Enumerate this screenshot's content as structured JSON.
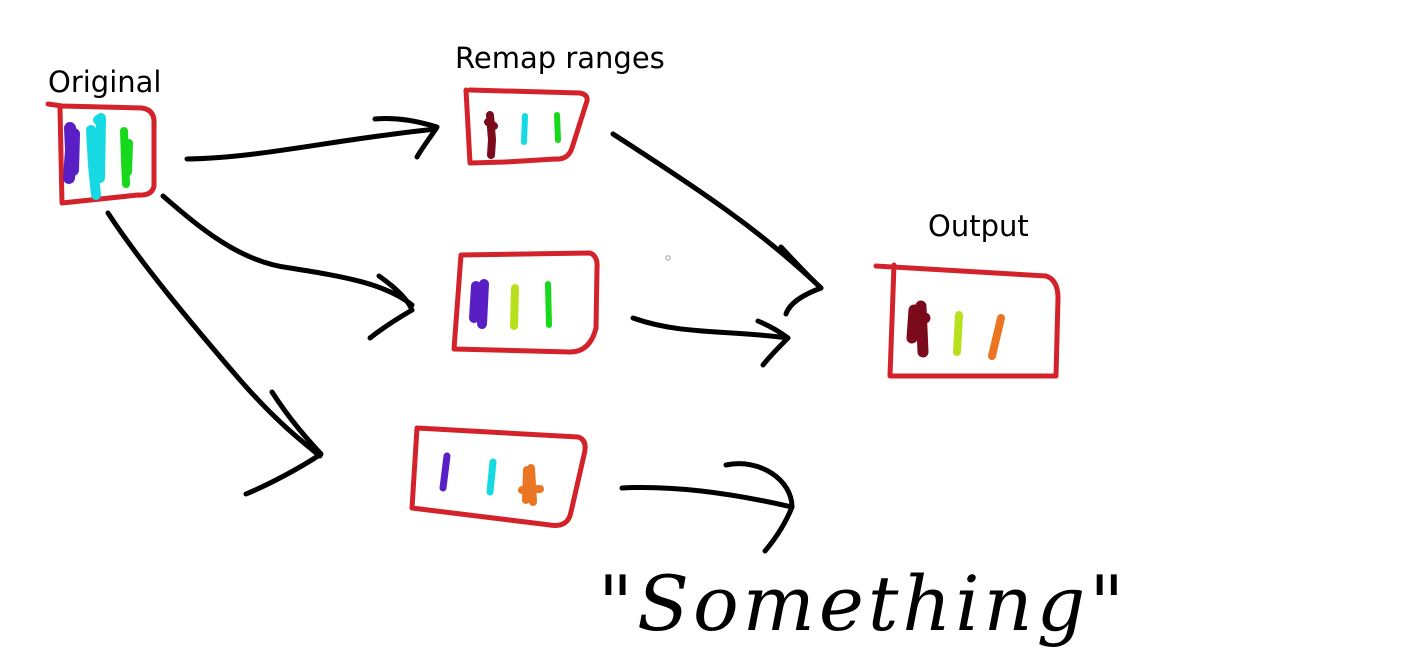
{
  "labels": {
    "original": "Original",
    "remap_ranges": "Remap ranges",
    "output": "Output",
    "something": "\"Something\""
  },
  "colors": {
    "box_border": "#d4222b",
    "arrow": "#000000",
    "purple": "#5a1fc4",
    "cyan": "#17d9e3",
    "green": "#15d91a",
    "dark_red": "#7a0a1c",
    "lime": "#b9e01c",
    "orange": "#ea7523"
  },
  "nodes": [
    {
      "id": "original",
      "strokes": [
        "purple",
        "cyan",
        "green"
      ]
    },
    {
      "id": "remap-1",
      "strokes": [
        "dark_red",
        "cyan",
        "green"
      ]
    },
    {
      "id": "remap-2",
      "strokes": [
        "purple",
        "lime",
        "green"
      ]
    },
    {
      "id": "remap-3",
      "strokes": [
        "purple",
        "cyan",
        "orange"
      ]
    },
    {
      "id": "output",
      "strokes": [
        "dark_red",
        "lime",
        "orange"
      ]
    }
  ]
}
